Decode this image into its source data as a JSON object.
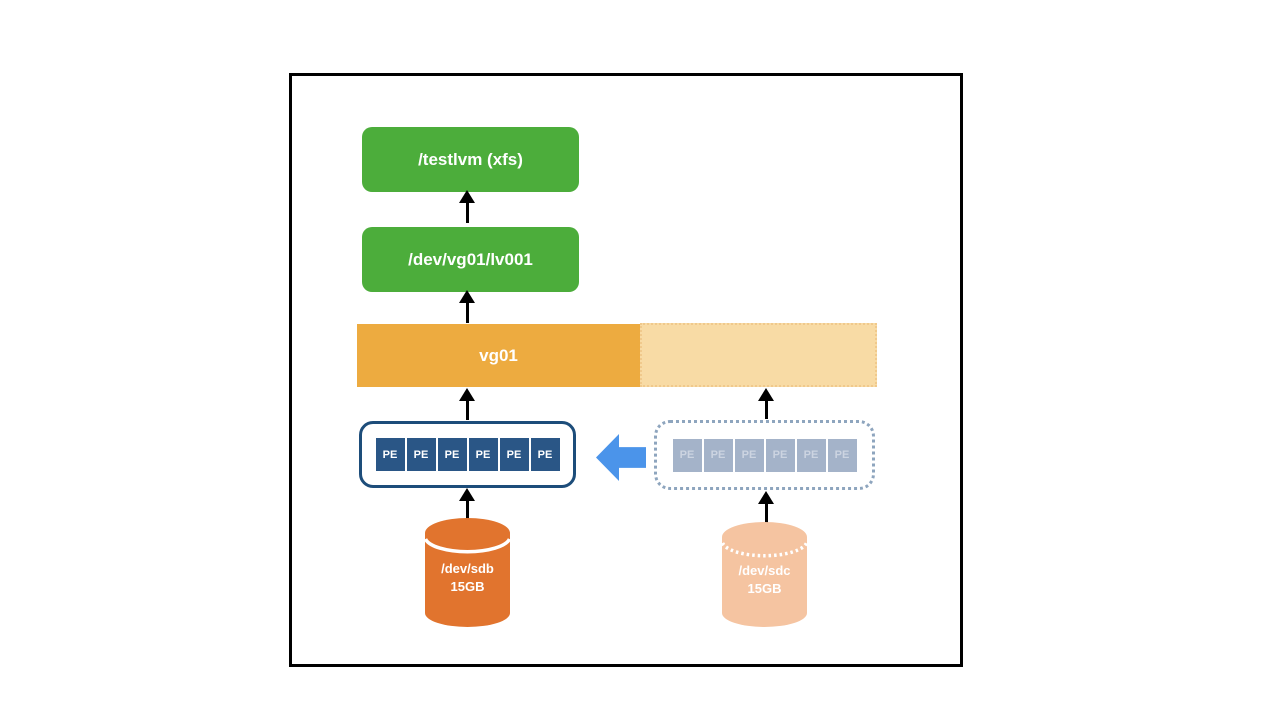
{
  "diagram": {
    "filesystem": {
      "label": "/testlvm (xfs)"
    },
    "logical_volume": {
      "label": "/dev/vg01/lv001"
    },
    "volume_group": {
      "label": "vg01"
    },
    "pv_existing": {
      "cells": [
        "PE",
        "PE",
        "PE",
        "PE",
        "PE",
        "PE"
      ]
    },
    "pv_new": {
      "cells": [
        "PE",
        "PE",
        "PE",
        "PE",
        "PE",
        "PE"
      ]
    },
    "disk_sdb": {
      "name": "/dev/sdb",
      "size": "15GB"
    },
    "disk_sdc": {
      "name": "/dev/sdc",
      "size": "15GB"
    },
    "colors": {
      "green_box": "#4cad3b",
      "vg_bar": "#edab40",
      "vg_bar_light": "#f8dba5",
      "pv_border_navy": "#1d4d7a",
      "pe_cell_navy": "#2a5686",
      "pv_border_dotted": "#8ea5be",
      "pe_cell_gray_blue": "#a4b3c9",
      "add_arrow_blue": "#4b94ea",
      "disk_orange": "#e1742e",
      "disk_peach": "#f5c4a1"
    }
  }
}
